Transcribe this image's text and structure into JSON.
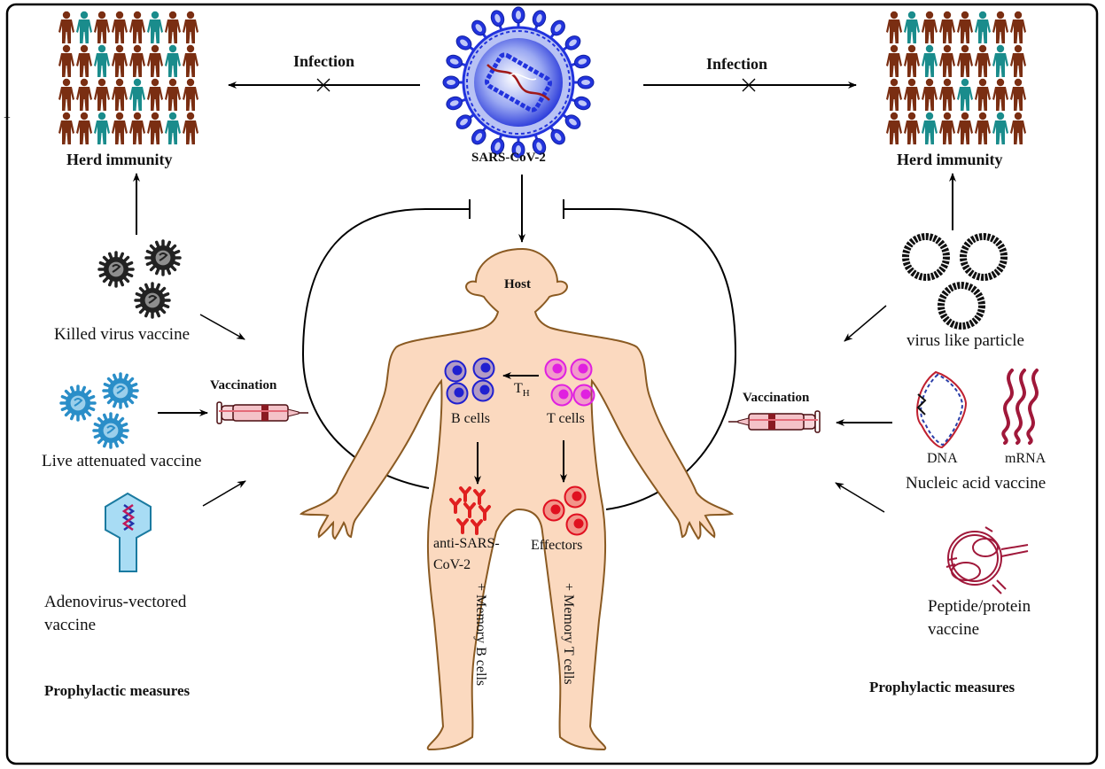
{
  "figure": {
    "center": {
      "virus_label": "SARS-CoV-2",
      "host_label": "Host",
      "b_cells_label": "B cells",
      "t_cells_label": "T cells",
      "th_label_main": "T",
      "th_label_sub": "H",
      "antibody_label_line1": "anti-SARS-",
      "antibody_label_line2": "CoV-2",
      "effectors_label": "Effectors",
      "memory_b_label": "+ Memory B cells",
      "memory_t_label": "+ Memory T cells"
    },
    "left": {
      "infection_label": "Infection",
      "herd_label": "Herd immunity",
      "vaccination_label": "Vaccination",
      "killed_label": "Killed virus vaccine",
      "live_label": "Live attenuated vaccine",
      "adeno_label_line1": "Adenovirus-vectored",
      "adeno_label_line2": "vaccine",
      "prophylactic_label": "Prophylactic measures"
    },
    "right": {
      "infection_label": "Infection",
      "herd_label": "Herd immunity",
      "vaccination_label": "Vaccination",
      "vlp_label": "virus like particle",
      "dna_label": "DNA",
      "mrna_label": "mRNA",
      "nucleic_label": "Nucleic acid vaccine",
      "peptide_label_line1": "Peptide/protein",
      "peptide_label_line2": "vaccine",
      "prophylactic_label": "Prophylactic measures"
    },
    "herd_pattern": [
      [
        0,
        1,
        0,
        0,
        0,
        1,
        0,
        0
      ],
      [
        0,
        0,
        1,
        0,
        0,
        0,
        1,
        0
      ],
      [
        0,
        0,
        0,
        0,
        1,
        0,
        0,
        0
      ],
      [
        0,
        0,
        1,
        0,
        0,
        0,
        1,
        0
      ]
    ],
    "colors": {
      "person_brown": "#7a2e12",
      "person_teal": "#1a8c8c",
      "virus_blue": "#2233dd",
      "virus_light": "#8fa0f0",
      "skin": "#fbd9bf",
      "skin_outline": "#8a5a22",
      "b_cell": "#2020d0",
      "t_cell": "#e020e0",
      "effector": "#e01020",
      "antibody": "#e02020",
      "live_virus": "#2a8ec8",
      "killed_virus": "#222222",
      "adeno": "#a8dcf4",
      "mrna": "#a0183a",
      "syringe": "#e8a0a8"
    }
  }
}
